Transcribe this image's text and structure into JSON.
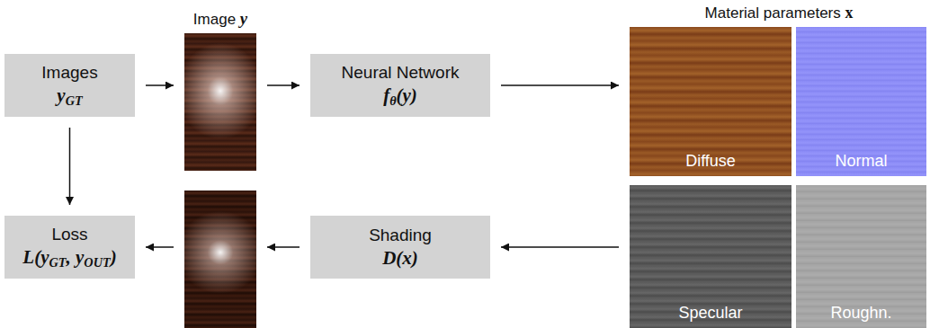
{
  "diagram": {
    "nodes": [
      {
        "text": [
          "Images",
          "yGT"
        ]
      },
      {
        "text": [
          "Image y"
        ]
      },
      {
        "text": [
          "Neural Network",
          "fθ(y)"
        ]
      },
      {
        "text": [
          "Material parameters x"
        ]
      },
      {
        "text": [
          "Diffuse"
        ],
        "in": 3
      },
      {
        "text": [
          "Normal"
        ],
        "in": 3
      },
      {
        "text": [
          "Specular"
        ],
        "in": 3
      },
      {
        "text": [
          "Roughn."
        ],
        "in": 3
      },
      {
        "text": [
          "Loss",
          "L(yGT, yOUT)"
        ]
      },
      {
        "text": []
      },
      {
        "text": [
          "Shading",
          "D(x)"
        ]
      }
    ],
    "edges": [
      {
        "from": 0,
        "to": 1,
        "arrow": "to"
      },
      {
        "from": 1,
        "to": 2,
        "arrow": "to"
      },
      {
        "from": 2,
        "to": 3,
        "arrow": "to"
      },
      {
        "from": 0,
        "to": 8,
        "arrow": "to"
      },
      {
        "from": 3,
        "to": 10,
        "arrow": "to"
      },
      {
        "from": 10,
        "to": 9,
        "arrow": "to"
      },
      {
        "from": 9,
        "to": 8,
        "arrow": "to"
      }
    ]
  }
}
